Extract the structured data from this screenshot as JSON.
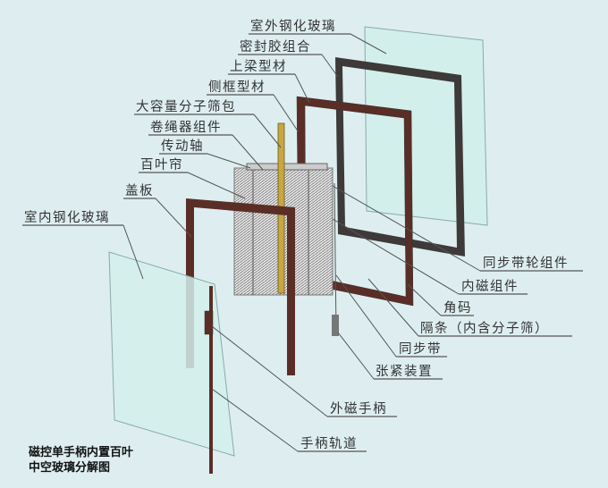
{
  "labels": {
    "outdoor_glass": "室外钢化玻璃",
    "sealant": "密封胶组合",
    "top_beam": "上梁型材",
    "side_frame": "侧框型材",
    "desiccant_pack": "大容量分子筛包",
    "rope_winder": "卷绳器组件",
    "drive_shaft": "传动轴",
    "blind": "百叶帘",
    "cover_plate": "盖板",
    "indoor_glass": "室内钢化玻璃",
    "pulley": "同步带轮组件",
    "inner_magnet": "内磁组件",
    "corner_key": "角码",
    "spacer": "隔条（内含分子筛）",
    "belt": "同步带",
    "tensioner": "张紧装置",
    "outer_handle": "外磁手柄",
    "handle_track": "手柄轨道"
  },
  "caption": {
    "line1": "磁控单手柄内置百叶",
    "line2": "中空玻璃分解图"
  },
  "colors": {
    "background": "#deeef0",
    "glass": "#d3efec",
    "frame": "#5a2e26",
    "seal": "#3e3a3a",
    "shaft": "#c8a640"
  }
}
